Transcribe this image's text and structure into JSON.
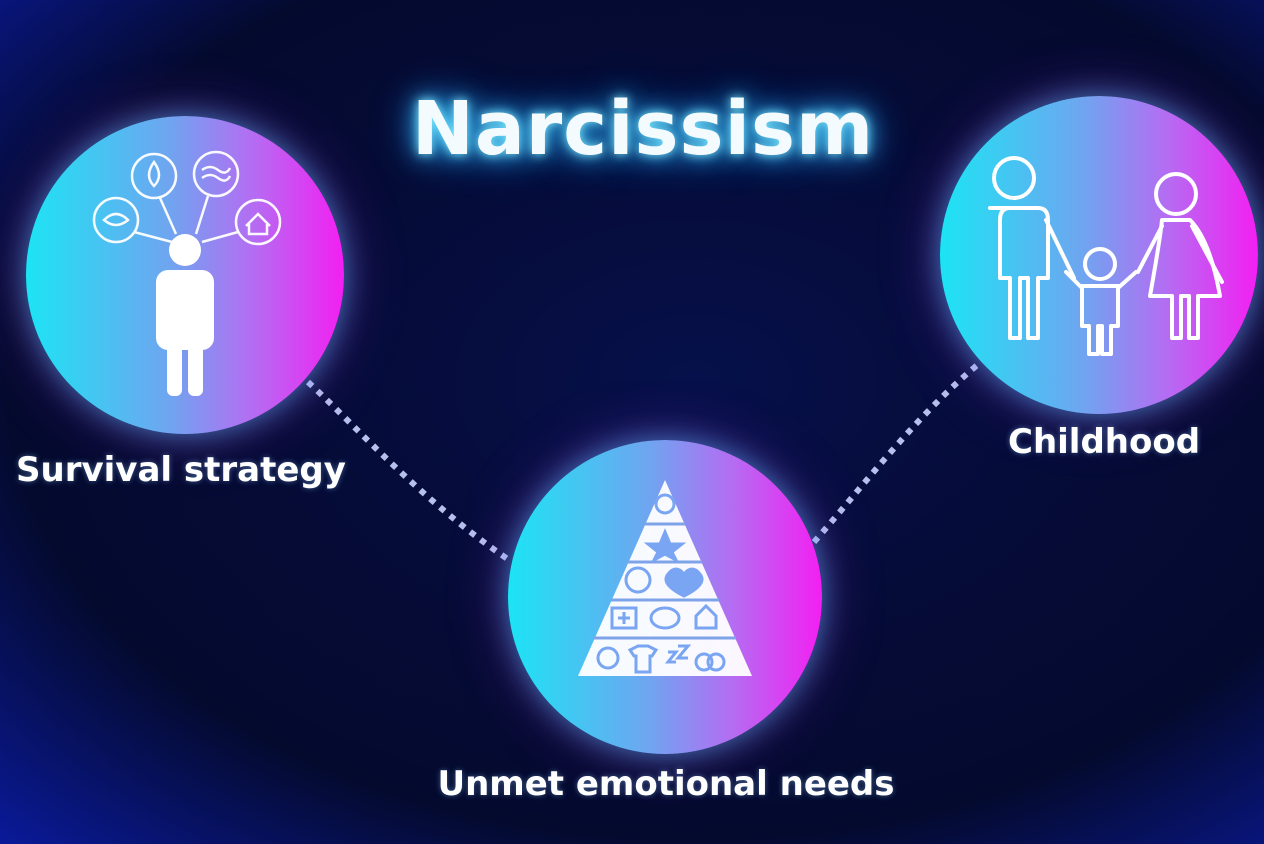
{
  "title": "Narcissism",
  "nodes": {
    "left": {
      "label": "Survival strategy",
      "icon": "person-with-needs-icon"
    },
    "right": {
      "label": "Childhood",
      "icon": "family-icon"
    },
    "bottom": {
      "label": "Unmet emotional needs",
      "icon": "needs-pyramid-icon"
    }
  },
  "colors": {
    "background": "#050b35",
    "gradient_start": "#1ce4f4",
    "gradient_end": "#f31ff2",
    "title_glow": "#38c8ff",
    "connector": "#c9d4ff"
  }
}
